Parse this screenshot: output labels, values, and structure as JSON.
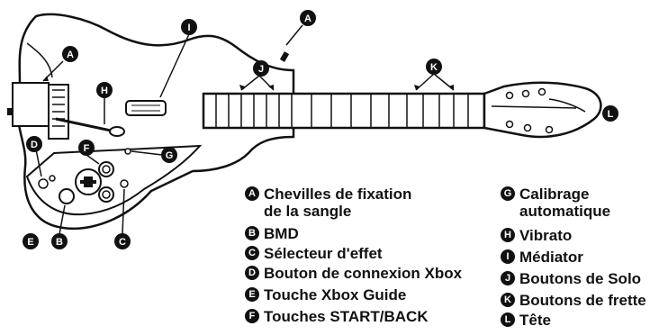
{
  "callouts": [
    {
      "letter": "A",
      "text": "Chevilles de fixation",
      "text2": "de la sangle"
    },
    {
      "letter": "B",
      "text": "BMD"
    },
    {
      "letter": "C",
      "text": "Sélecteur d'effet"
    },
    {
      "letter": "D",
      "text": "Bouton de connexion Xbox"
    },
    {
      "letter": "E",
      "text": "Touche Xbox Guide"
    },
    {
      "letter": "F",
      "text": "Touches START/BACK"
    },
    {
      "letter": "G",
      "text": "Calibrage",
      "text2": "automatique"
    },
    {
      "letter": "H",
      "text": "Vibrato"
    },
    {
      "letter": "I",
      "text": "Médiator"
    },
    {
      "letter": "J",
      "text": "Boutons de Solo"
    },
    {
      "letter": "K",
      "text": "Boutons de frette"
    },
    {
      "letter": "L",
      "text": "Tête"
    }
  ],
  "colors": {
    "ink": "#111111",
    "paper": "#ffffff"
  }
}
